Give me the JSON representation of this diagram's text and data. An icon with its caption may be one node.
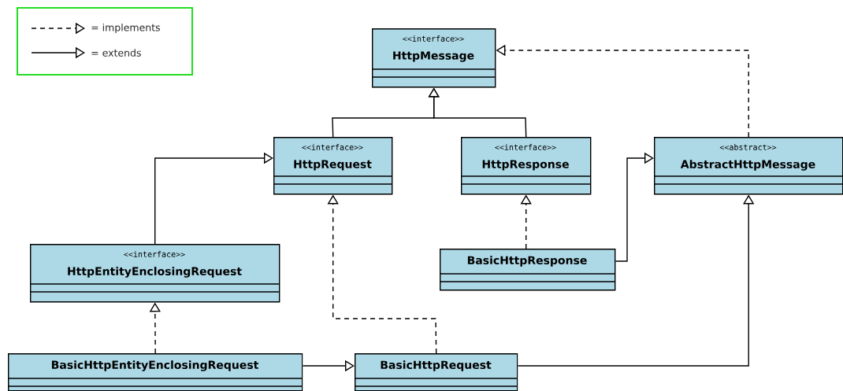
{
  "diagram": {
    "nodes": [
      {
        "text": [
          "<<interface>>",
          "HttpMessage"
        ]
      },
      {
        "text": [
          "<<interface>>",
          "HttpRequest"
        ]
      },
      {
        "text": [
          "<<interface>>",
          "HttpResponse"
        ]
      },
      {
        "text": [
          "<<abstract>>",
          "AbstractHttpMessage"
        ]
      },
      {
        "text": [
          "<<interface>>",
          "HttpEntityEnclosingRequest"
        ]
      },
      {
        "text": [
          "BasicHttpResponse"
        ]
      },
      {
        "text": [
          "BasicHttpEntityEnclosingRequest"
        ]
      },
      {
        "text": [
          "BasicHttpRequest"
        ]
      }
    ],
    "edges": [
      {
        "from": 1,
        "to": 0,
        "arrow": "to"
      },
      {
        "from": 2,
        "to": 0,
        "arrow": "to"
      },
      {
        "from": 3,
        "to": 0,
        "arrow": "to",
        "style": "dashed"
      },
      {
        "from": 4,
        "to": 1,
        "arrow": "to"
      },
      {
        "from": 5,
        "to": 2,
        "arrow": "to",
        "style": "dashed"
      },
      {
        "from": 5,
        "to": 3,
        "arrow": "to"
      },
      {
        "from": 6,
        "to": 4,
        "arrow": "to",
        "style": "dashed"
      },
      {
        "from": 6,
        "to": 7,
        "arrow": "to"
      },
      {
        "from": 7,
        "to": 1,
        "arrow": "to",
        "style": "dashed"
      },
      {
        "from": 7,
        "to": 3,
        "arrow": "to"
      }
    ],
    "legend": [
      {
        "text": "= implements"
      },
      {
        "text": "= extends"
      }
    ]
  }
}
